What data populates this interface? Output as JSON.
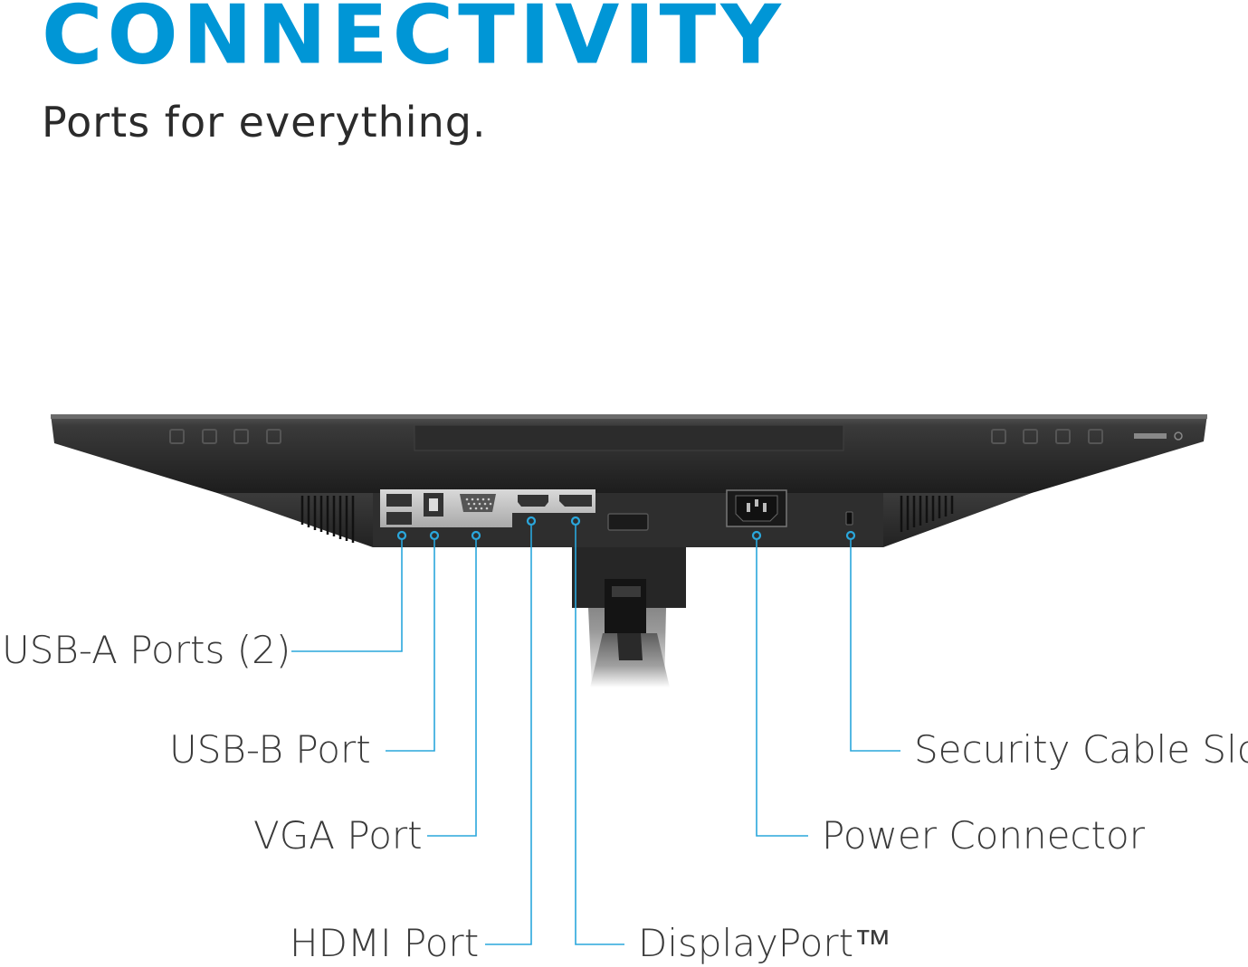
{
  "header": {
    "title": "CONNECTIVITY",
    "subtitle": "Ports for everything."
  },
  "callouts": {
    "usb_a": "USB-A Ports (2)",
    "usb_b": "USB-B Port",
    "vga": "VGA Port",
    "hdmi": "HDMI Port",
    "displayport": "DisplayPort™",
    "power": "Power Connector",
    "security": "Security Cable Slot"
  },
  "colors": {
    "accent": "#0096d6",
    "leader_line": "#2aa7dc",
    "monitor_body": "#2a2a2a",
    "text": "#3a3a3a"
  }
}
